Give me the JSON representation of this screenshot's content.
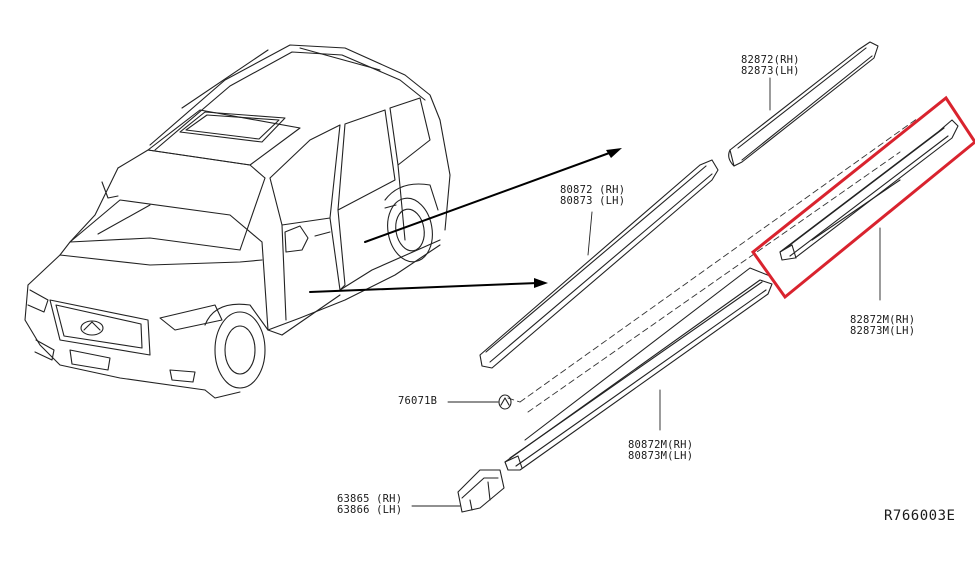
{
  "parts": [
    {
      "id": "p82872",
      "rh": "82872(RH)",
      "lh": "82873(LH)"
    },
    {
      "id": "p80872",
      "rh": "80872 (RH)",
      "lh": "80873 (LH)"
    },
    {
      "id": "p82872m",
      "rh": "82872M(RH)",
      "lh": "82873M(LH)"
    },
    {
      "id": "p80872m",
      "rh": "80872M(RH)",
      "lh": "80873M(LH)"
    },
    {
      "id": "p76071b",
      "single": "76071B"
    },
    {
      "id": "p63865",
      "rh": "63865 (RH)",
      "lh": "63866 (LH)"
    }
  ],
  "diagram_code": "R766003E",
  "highlight_color": "#d9232e"
}
